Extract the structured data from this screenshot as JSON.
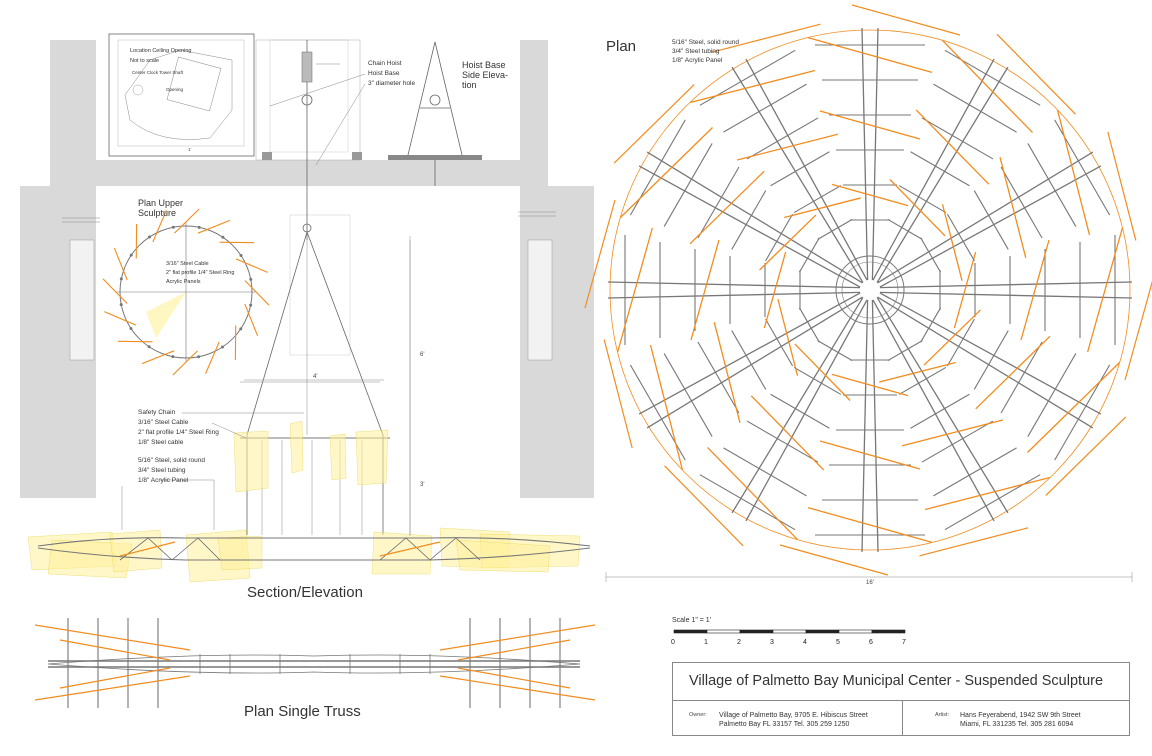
{
  "plan": {
    "title": "Plan",
    "legend": [
      "5/16\" Steel, solid round",
      "3/4\" Steel tubing",
      "1/8\" Acrylic Panel"
    ],
    "dimension": "16'"
  },
  "section": {
    "title": "Section/Elevation",
    "hoist_labels": [
      "Chain Hoist",
      "Hoist Base",
      "3\" diameter hole"
    ],
    "hoist_side_title": [
      "Hoist Base",
      "Side Eleva-",
      "tion"
    ],
    "dim_width": "4'",
    "dim_height_upper": "6'",
    "dim_height_lower": "3'",
    "callouts_upper": [
      "Safety Chain",
      "3/16\" Steel Cable",
      "2\" flat profile 1/4\" Steel Ring",
      "1/8\" Steel cable"
    ],
    "callouts_lower": [
      "5/16\" Steel, solid round",
      "3/4\" Steel tubing",
      "1/8\" Acrylic Panel"
    ]
  },
  "inset": {
    "labels": [
      "Location Ceiling Opening",
      "Not to scale",
      "Center Clock Tower Shaft",
      "Opening"
    ],
    "dim": "1'"
  },
  "plan_upper": {
    "title": [
      "Plan Upper",
      "Sculpture"
    ],
    "callouts": [
      "3/16\" Steel Cable",
      "2\" flat profile 1/4\" Steel Ring",
      "Acrylic Panels"
    ]
  },
  "truss": {
    "title": "Plan Single Truss"
  },
  "scale": {
    "label": "Scale 1\" = 1'",
    "ticks": [
      "0",
      "1",
      "2",
      "3",
      "4",
      "5",
      "6",
      "7"
    ]
  },
  "titleblock": {
    "title": "Village of Palmetto Bay Municipal Center - Suspended Sculpture",
    "owner_key": "Owner:",
    "owner_line1": "Village of Palmetto Bay,  9705 E. Hibiscus Street",
    "owner_line2": "Palmetto Bay FL 33157   Tel. 305 259 1250",
    "artist_key": "Artist:",
    "artist_line1": "Hans Feyerabend, 1942 SW 9th Street",
    "artist_line2": "Miami, FL 331235    Tel. 305 281 6094"
  },
  "colors": {
    "accent": "#f28c1e",
    "panel": "#fff19a",
    "wall": "#d9d9d9",
    "line": "#777777"
  }
}
